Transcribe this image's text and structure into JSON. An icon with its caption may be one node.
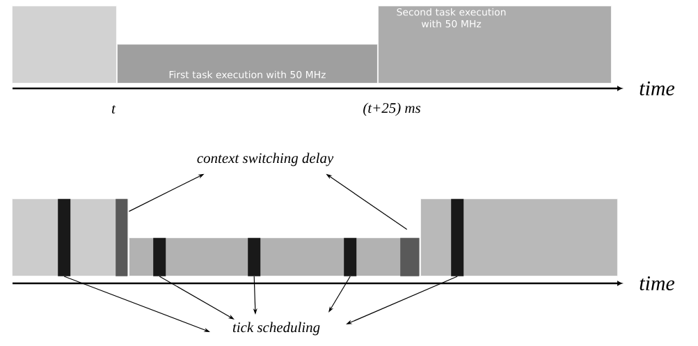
{
  "diagram": {
    "nodes": [
      {
        "text": [],
        "shape": "box"
      },
      {
        "text": [
          "First task execution with 50 MHz"
        ]
      },
      {
        "text": [
          "Second task execution with 50 MHz"
        ]
      },
      {
        "text": [
          "context switching delay"
        ]
      },
      {
        "text": [],
        "shape": "box"
      },
      {
        "text": [],
        "shape": "bar",
        "in": 4
      },
      {
        "text": [],
        "shape": "bar",
        "in": 4
      },
      {
        "text": [],
        "shape": "box"
      },
      {
        "text": [],
        "shape": "bar",
        "in": 7
      },
      {
        "text": [],
        "shape": "bar",
        "in": 7
      },
      {
        "text": [],
        "shape": "bar",
        "in": 7
      },
      {
        "text": [],
        "shape": "bar",
        "in": 7
      },
      {
        "text": [],
        "shape": "box"
      },
      {
        "text": [],
        "shape": "bar",
        "in": 12
      },
      {
        "text": [
          "tick scheduling"
        ]
      }
    ],
    "edges": [
      {
        "from": 6,
        "to": 3,
        "arrow": "to"
      },
      {
        "from": 11,
        "to": 3,
        "arrow": "to"
      },
      {
        "from": 5,
        "to": 14,
        "arrow": "to"
      },
      {
        "from": 8,
        "to": 14,
        "arrow": "to"
      },
      {
        "from": 9,
        "to": 14,
        "arrow": "to"
      },
      {
        "from": 10,
        "to": 14,
        "arrow": "to"
      },
      {
        "from": 13,
        "to": 14,
        "arrow": "to"
      }
    ],
    "labels": [
      "time",
      "t",
      "(t+25) ms",
      "time"
    ]
  }
}
